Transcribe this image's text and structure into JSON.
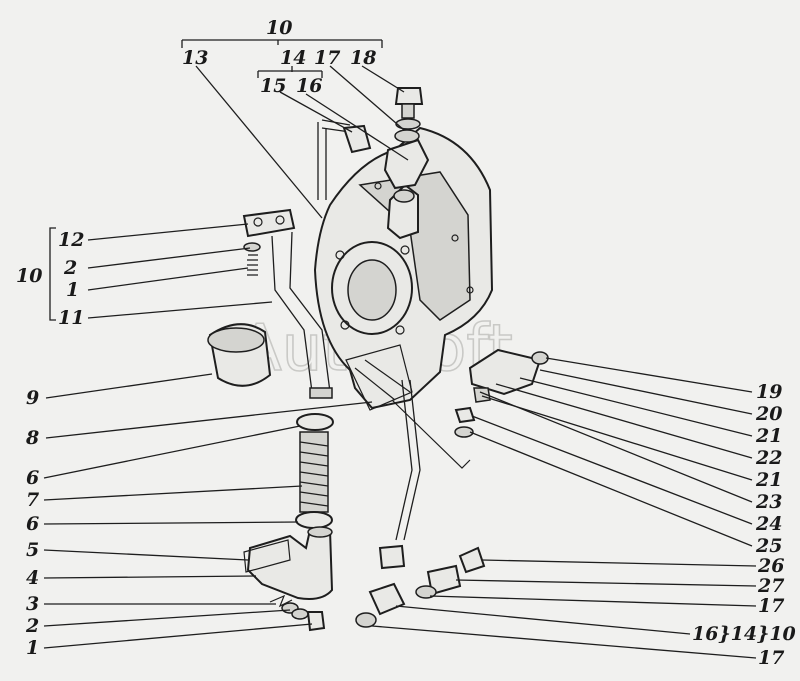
{
  "watermark": "AutoSoft",
  "labels": {
    "top_10": "10",
    "top_13": "13",
    "top_14": "14",
    "top_17": "17",
    "top_18": "18",
    "top_15": "15",
    "top_16": "16",
    "group_10": "10",
    "l12": "12",
    "l2a": "2",
    "l1a": "1",
    "l11": "11",
    "l9": "9",
    "l8": "8",
    "l6a": "6",
    "l7": "7",
    "l6b": "6",
    "l5": "5",
    "l4": "4",
    "l3": "3",
    "l2b": "2",
    "l1b": "1",
    "r19": "19",
    "r20": "20",
    "r21a": "21",
    "r22": "22",
    "r21b": "21",
    "r23": "23",
    "r24": "24",
    "r25": "25",
    "r26": "26",
    "r27": "27",
    "r17a": "17",
    "r16_14_10": "16}14}10",
    "r17b": "17"
  }
}
